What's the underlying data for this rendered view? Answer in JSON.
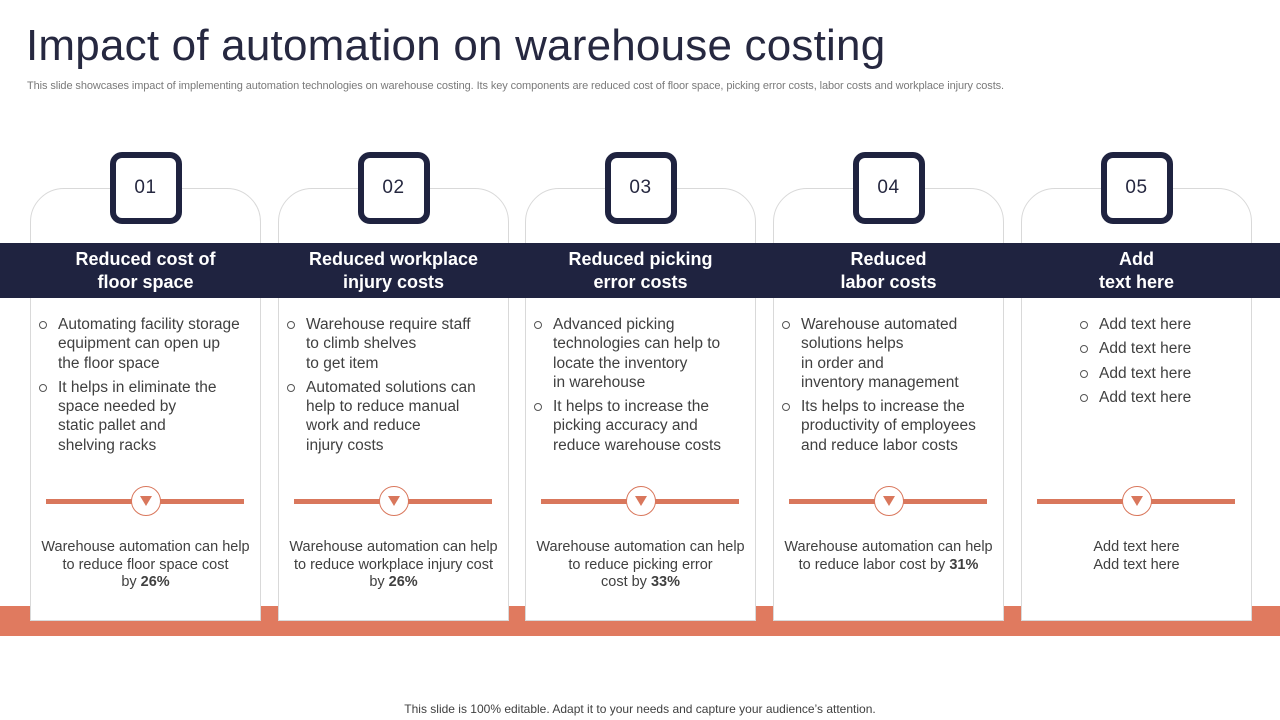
{
  "slide": {
    "title": "Impact of automation on warehouse costing",
    "subtitle": "This slide showcases impact of implementing automation technologies on warehouse costing. Its key components are reduced cost of floor space, picking error costs, labor costs and workplace injury costs.",
    "footer": "This slide is 100% editable. Adapt it to your needs and capture your audience’s attention."
  },
  "colors": {
    "navy": "#1f2340",
    "accent": "#e07a5f",
    "card_border": "#d9d9d9"
  },
  "cards": [
    {
      "number": "01",
      "title_lines": [
        "Reduced cost of",
        "floor space"
      ],
      "bullets": [
        [
          "Automating facility storage",
          "equipment can open up",
          "the floor space"
        ],
        [
          "It helps in eliminate the",
          "space needed by",
          "static pallet and",
          "shelving racks"
        ]
      ],
      "note_lines": [
        "Warehouse automation can help",
        "to reduce floor space cost"
      ],
      "note_prefix": "by ",
      "note_value": "26%"
    },
    {
      "number": "02",
      "title_lines": [
        "Reduced workplace",
        "injury costs"
      ],
      "bullets": [
        [
          "Warehouse require staff",
          "to climb shelves",
          "to get item"
        ],
        [
          "Automated solutions can",
          "help to reduce manual",
          "work and reduce",
          "injury  costs"
        ]
      ],
      "note_lines": [
        "Warehouse automation can help",
        "to reduce workplace injury cost"
      ],
      "note_prefix": "by ",
      "note_value": "26%"
    },
    {
      "number": "03",
      "title_lines": [
        "Reduced picking",
        "error costs"
      ],
      "bullets": [
        [
          "Advanced picking",
          "technologies can help to",
          "locate the inventory",
          "in warehouse"
        ],
        [
          "It helps to increase the",
          "picking accuracy and",
          "reduce warehouse costs"
        ]
      ],
      "note_lines": [
        "Warehouse automation can help",
        "to reduce picking error"
      ],
      "note_prefix": "cost by ",
      "note_value": "33%"
    },
    {
      "number": "04",
      "title_lines": [
        "Reduced",
        "labor costs"
      ],
      "bullets": [
        [
          "Warehouse automated",
          "solutions helps",
          "in order and",
          "inventory  management"
        ],
        [
          "Its helps to increase the",
          "productivity of employees",
          "and reduce labor costs"
        ]
      ],
      "note_lines": [
        "Warehouse automation can help"
      ],
      "note_prefix": "to reduce labor cost by ",
      "note_value": "31%"
    },
    {
      "number": "05",
      "title_lines": [
        "Add",
        "text here"
      ],
      "bullets": [
        [
          "Add text here"
        ],
        [
          "Add text here"
        ],
        [
          "Add text here"
        ],
        [
          "Add text here"
        ]
      ],
      "note_lines": [
        "Add text here",
        "Add text here"
      ],
      "note_prefix": "",
      "note_value": ""
    }
  ]
}
